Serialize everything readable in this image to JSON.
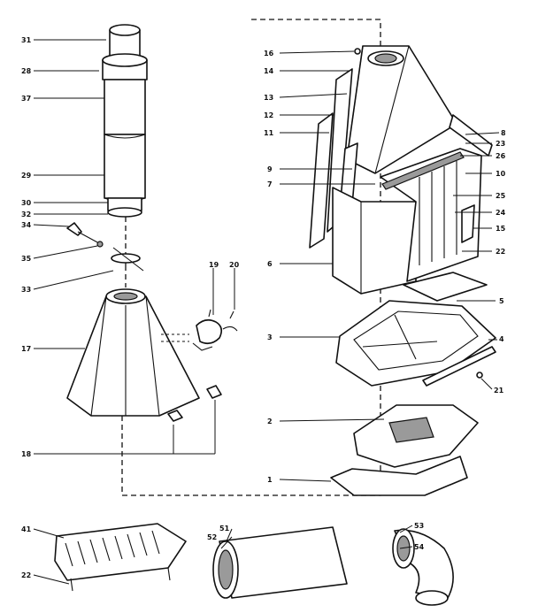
{
  "callouts": [
    {
      "id": "31",
      "label": "31"
    },
    {
      "id": "28",
      "label": "28"
    },
    {
      "id": "37",
      "label": "37"
    },
    {
      "id": "29",
      "label": "29"
    },
    {
      "id": "30",
      "label": "30"
    },
    {
      "id": "32",
      "label": "32"
    },
    {
      "id": "34",
      "label": "34"
    },
    {
      "id": "35",
      "label": "35"
    },
    {
      "id": "33",
      "label": "33"
    },
    {
      "id": "17",
      "label": "17"
    },
    {
      "id": "19",
      "label": "19"
    },
    {
      "id": "20",
      "label": "20"
    },
    {
      "id": "18",
      "label": "18"
    },
    {
      "id": "16",
      "label": "16"
    },
    {
      "id": "14",
      "label": "14"
    },
    {
      "id": "13",
      "label": "13"
    },
    {
      "id": "12",
      "label": "12"
    },
    {
      "id": "11",
      "label": "11"
    },
    {
      "id": "9",
      "label": "9"
    },
    {
      "id": "7",
      "label": "7"
    },
    {
      "id": "6",
      "label": "6"
    },
    {
      "id": "3",
      "label": "3"
    },
    {
      "id": "2",
      "label": "2"
    },
    {
      "id": "1",
      "label": "1"
    },
    {
      "id": "8",
      "label": "8"
    },
    {
      "id": "23",
      "label": "23"
    },
    {
      "id": "26",
      "label": "26"
    },
    {
      "id": "10",
      "label": "10"
    },
    {
      "id": "25",
      "label": "25"
    },
    {
      "id": "24",
      "label": "24"
    },
    {
      "id": "15",
      "label": "15"
    },
    {
      "id": "22a",
      "label": "22"
    },
    {
      "id": "5",
      "label": "5"
    },
    {
      "id": "4",
      "label": "4"
    },
    {
      "id": "21",
      "label": "21"
    },
    {
      "id": "41",
      "label": "41"
    },
    {
      "id": "22b",
      "label": "22"
    },
    {
      "id": "51",
      "label": "51"
    },
    {
      "id": "52",
      "label": "52"
    },
    {
      "id": "53",
      "label": "53"
    },
    {
      "id": "54",
      "label": "54"
    }
  ]
}
